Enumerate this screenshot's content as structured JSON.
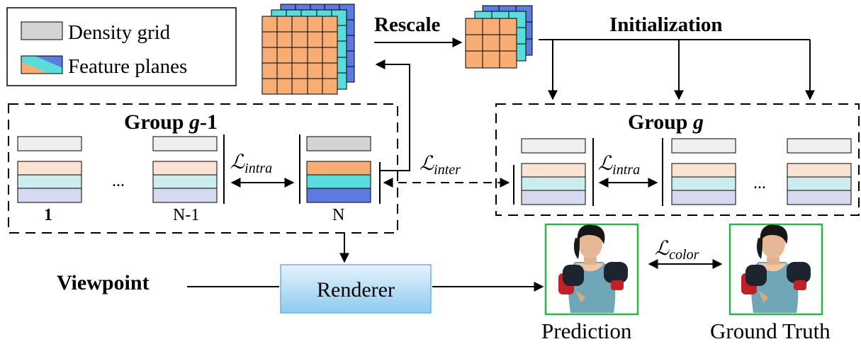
{
  "legend": {
    "density_label": "Density grid",
    "feature_label": "Feature planes"
  },
  "labels": {
    "rescale": "Rescale",
    "initialization": "Initialization",
    "viewpoint": "Viewpoint",
    "renderer": "Renderer",
    "prediction": "Prediction",
    "ground_truth": "Ground Truth"
  },
  "group_prev": {
    "title_prefix": "Group ",
    "title_var": "g",
    "title_suffix": "-1",
    "slot_labels": [
      "1",
      "N-1",
      "N"
    ],
    "ellipsis": "..."
  },
  "group_curr": {
    "title_prefix": "Group ",
    "title_var": "g",
    "ellipsis": "..."
  },
  "losses": {
    "script_L": "ℒ",
    "intra": "intra",
    "inter": "inter",
    "color": "color"
  },
  "colors": {
    "density": "#d3d3d3",
    "density_faded": "#efefef",
    "orange": "#f8ad74",
    "orange_faded": "#fbe3d3",
    "cyan": "#5adcdc",
    "cyan_faded": "#cceded",
    "blue": "#5c7ae0",
    "blue_faded": "#d6daf0",
    "renderer_top": "#e6f3fc",
    "renderer_bottom": "#8ccbf0",
    "frame_green": "#2eb34a"
  }
}
